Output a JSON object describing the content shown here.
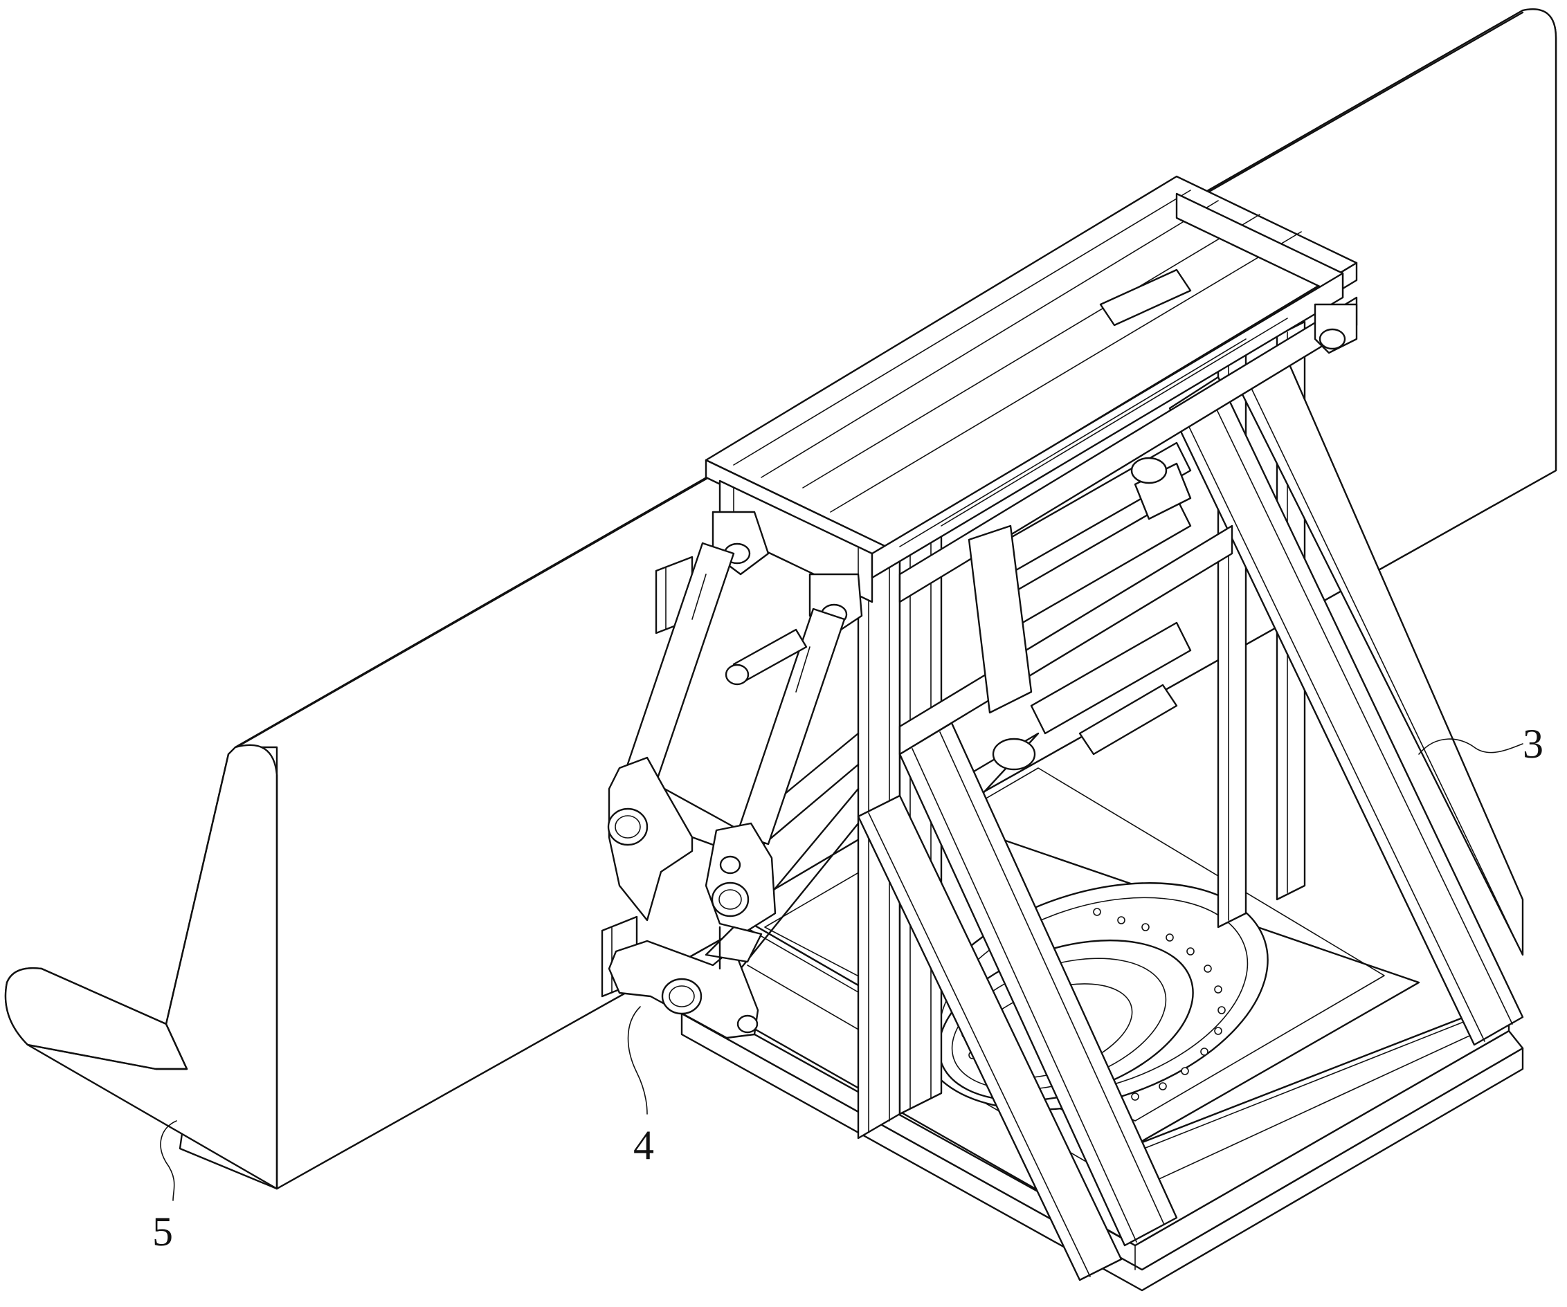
{
  "figure": {
    "callouts": [
      {
        "id": "3",
        "text": "3"
      },
      {
        "id": "4",
        "text": "4"
      },
      {
        "id": "5",
        "text": "5"
      }
    ]
  }
}
